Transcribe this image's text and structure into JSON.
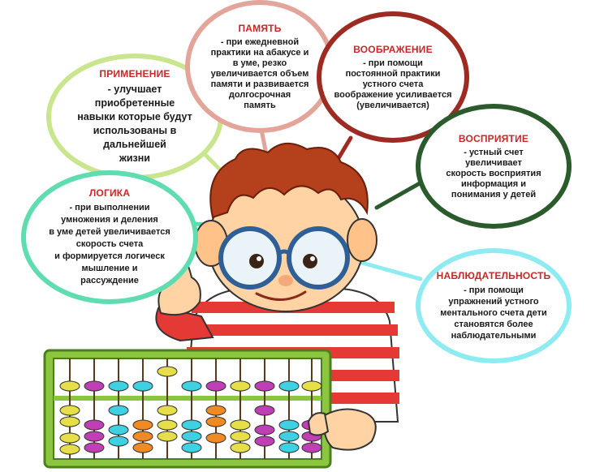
{
  "bubbles": {
    "primenenie": {
      "title": "ПРИМЕНЕНИЕ",
      "lines": [
        "- улучшает",
        "приобретенные",
        "навыки которые будут",
        "использованы в",
        "дальнейшей",
        "жизни"
      ]
    },
    "pamyat": {
      "title": "ПАМЯТЬ",
      "lines": [
        "- при ежедневной",
        "практики на абакусе и",
        "в уме, резко",
        "увеличивается объем",
        "памяти и развивается",
        "долгосрочная",
        "память"
      ]
    },
    "voobrazhenie": {
      "title": "ВООБРАЖЕНИЕ",
      "lines": [
        "- при помощи",
        "постоянной практики",
        "устного счета",
        "воображение усиливается",
        "(увеличивается)"
      ]
    },
    "vospriyatie": {
      "title": "ВОСПРИЯТИЕ",
      "lines": [
        "- устный счет",
        "увеличивает",
        "скорость восприятия",
        "информация и",
        "понимания у детей"
      ]
    },
    "logika": {
      "title": "ЛОГИКА",
      "lines": [
        "- при выполнении",
        "умножения и деления",
        "в уме детей увеличивается",
        "скорость счета",
        "и формируется логическ",
        "мышление и",
        "рассуждение"
      ]
    },
    "nablyudatelnost": {
      "title": "НАБЛЮДАТЕЛЬНОСТЬ",
      "lines": [
        "- при помощи",
        "упражнений устного",
        "ментального счета дети",
        "становятся более",
        "наблюдательными"
      ]
    }
  },
  "colors": {
    "title_red": "#c62828",
    "primenenie_ring": "#c9e58e",
    "pamyat_ring": "#e3a49a",
    "voobrazhenie_ring": "#9e2b22",
    "vospriyatie_ring": "#2b5b2d",
    "logika_ring": "#5fdcb0",
    "nablyudatelnost_ring": "#8eebf2",
    "abacus_frame": "#8cc63f",
    "shirt_red": "#e53935",
    "hair": "#b5401c"
  },
  "illustration": {
    "subject": "boy-with-glasses-and-abacus"
  }
}
